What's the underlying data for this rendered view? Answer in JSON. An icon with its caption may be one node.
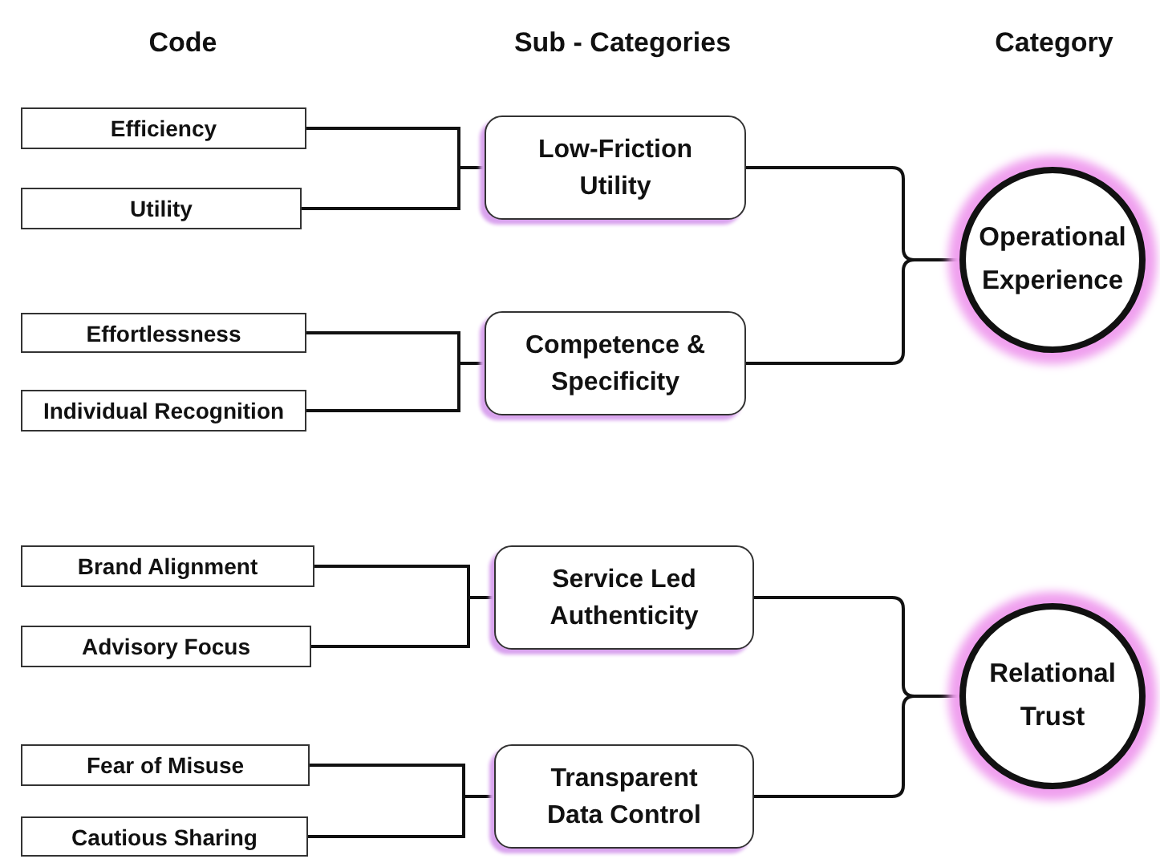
{
  "diagram": {
    "nodes": [
      {
        "text": [
          "Efficiency"
        ]
      },
      {
        "text": [
          "Utility"
        ]
      },
      {
        "text": [
          "Low-Friction Utility"
        ]
      },
      {
        "text": [
          "Effortlessness"
        ]
      },
      {
        "text": [
          "Individual Recognition"
        ]
      },
      {
        "text": [
          "Competence & Specificity"
        ]
      },
      {
        "text": [
          "Operational Experience"
        ]
      },
      {
        "text": [
          "Brand Alignment"
        ]
      },
      {
        "text": [
          "Advisory Focus"
        ]
      },
      {
        "text": [
          "Service Led Authenticity"
        ]
      },
      {
        "text": [
          "Fear of Misuse"
        ]
      },
      {
        "text": [
          "Cautious Sharing"
        ]
      },
      {
        "text": [
          "Transparent Data Control"
        ]
      },
      {
        "text": [
          "Relational Trust"
        ]
      }
    ],
    "edges": [
      {
        "from": 0,
        "to": 2,
        "arrow": "none"
      },
      {
        "from": 1,
        "to": 2,
        "arrow": "none"
      },
      {
        "from": 3,
        "to": 5,
        "arrow": "none"
      },
      {
        "from": 4,
        "to": 5,
        "arrow": "none"
      },
      {
        "from": 2,
        "to": 6,
        "arrow": "none"
      },
      {
        "from": 5,
        "to": 6,
        "arrow": "none"
      },
      {
        "from": 7,
        "to": 9,
        "arrow": "none"
      },
      {
        "from": 8,
        "to": 9,
        "arrow": "none"
      },
      {
        "from": 10,
        "to": 12,
        "arrow": "none"
      },
      {
        "from": 11,
        "to": 12,
        "arrow": "none"
      },
      {
        "from": 9,
        "to": 13,
        "arrow": "none"
      },
      {
        "from": 12,
        "to": 13,
        "arrow": "none"
      }
    ],
    "labels": [
      "Code",
      "Sub - Categories",
      "Category"
    ]
  }
}
